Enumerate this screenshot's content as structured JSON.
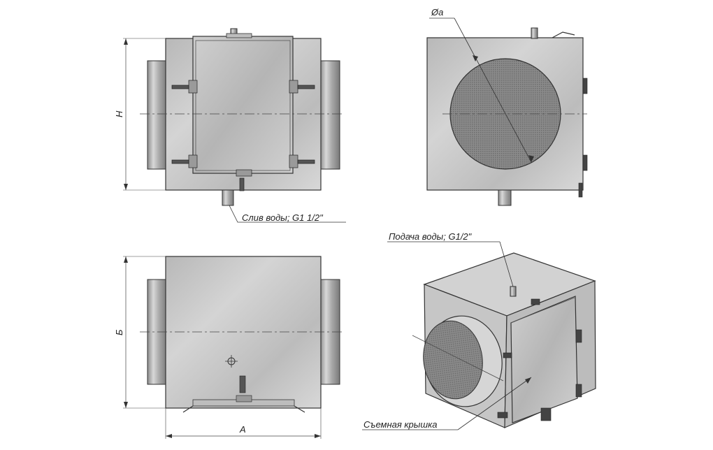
{
  "labels": {
    "drain": "Слив воды; G1 1/2\"",
    "supply": "Подача воды; G1/2\"",
    "cover": "Съемная крышка",
    "diameter": "Øa",
    "height": "H",
    "depth": "Б",
    "width": "A"
  },
  "colors": {
    "metal_light": "#c9c9c9",
    "metal_mid": "#a9a9a9",
    "metal_dark": "#6f6f6f",
    "mesh": "#7d7d7d",
    "line": "#222222"
  },
  "views": [
    "front-view",
    "side-view",
    "top-view",
    "isometric-view"
  ]
}
